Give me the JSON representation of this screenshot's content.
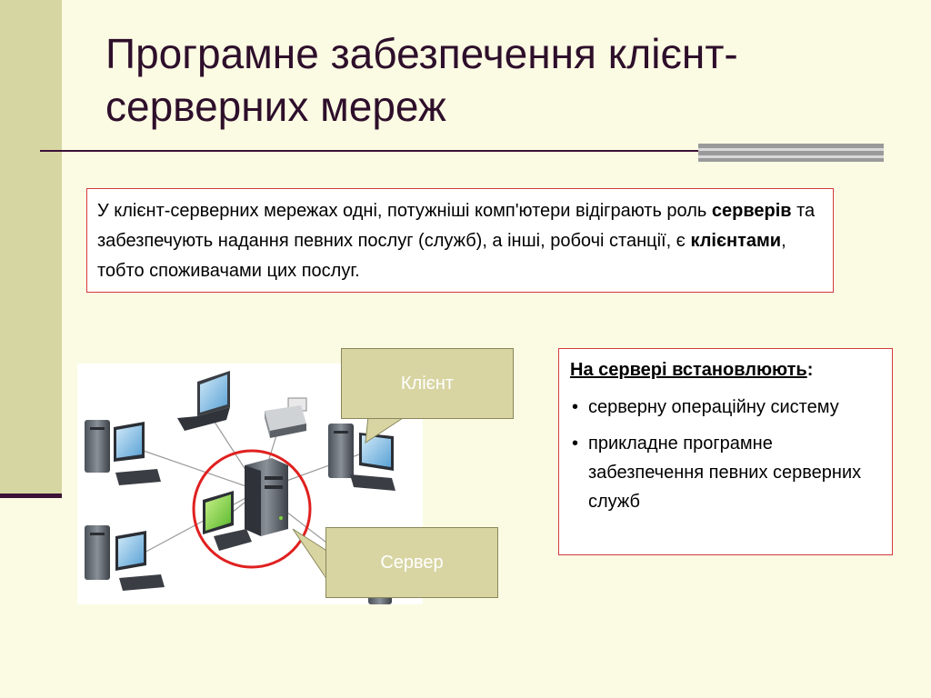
{
  "slide": {
    "title": "Програмне забезпечення клієнт-серверних мереж",
    "intro": {
      "part1": "У клієнт-серверних мережах одні, потужніші комп'ютери відіграють роль ",
      "bold1": "серверів",
      "part2": " та забезпечують надання певних послуг (служб), а інші, робочі станції, є ",
      "bold2": "клієнтами",
      "part3": ", тобто споживачами цих послуг."
    },
    "callouts": {
      "client": "Клієнт",
      "server": "Сервер"
    },
    "right_box": {
      "heading": "На сервері встановлюють",
      "heading_suffix": ":",
      "bullet_symbol": "•",
      "items": [
        "серверну операційну систему",
        "прикладне програмне забезпечення певних серверних служб"
      ]
    }
  },
  "colors": {
    "background": "#fbfbe3",
    "accent_band": "#d6d6a2",
    "title_text": "#2e0f2b",
    "box_border": "#d43b3b",
    "callout_fill": "#d8d5a3",
    "highlight_ring": "#e02020",
    "client_screen": "#7fd13a"
  },
  "icons": [
    "laptop-icon",
    "printer-icon",
    "desktop-computer-icon",
    "server-tower-icon",
    "keyboard-icon"
  ]
}
